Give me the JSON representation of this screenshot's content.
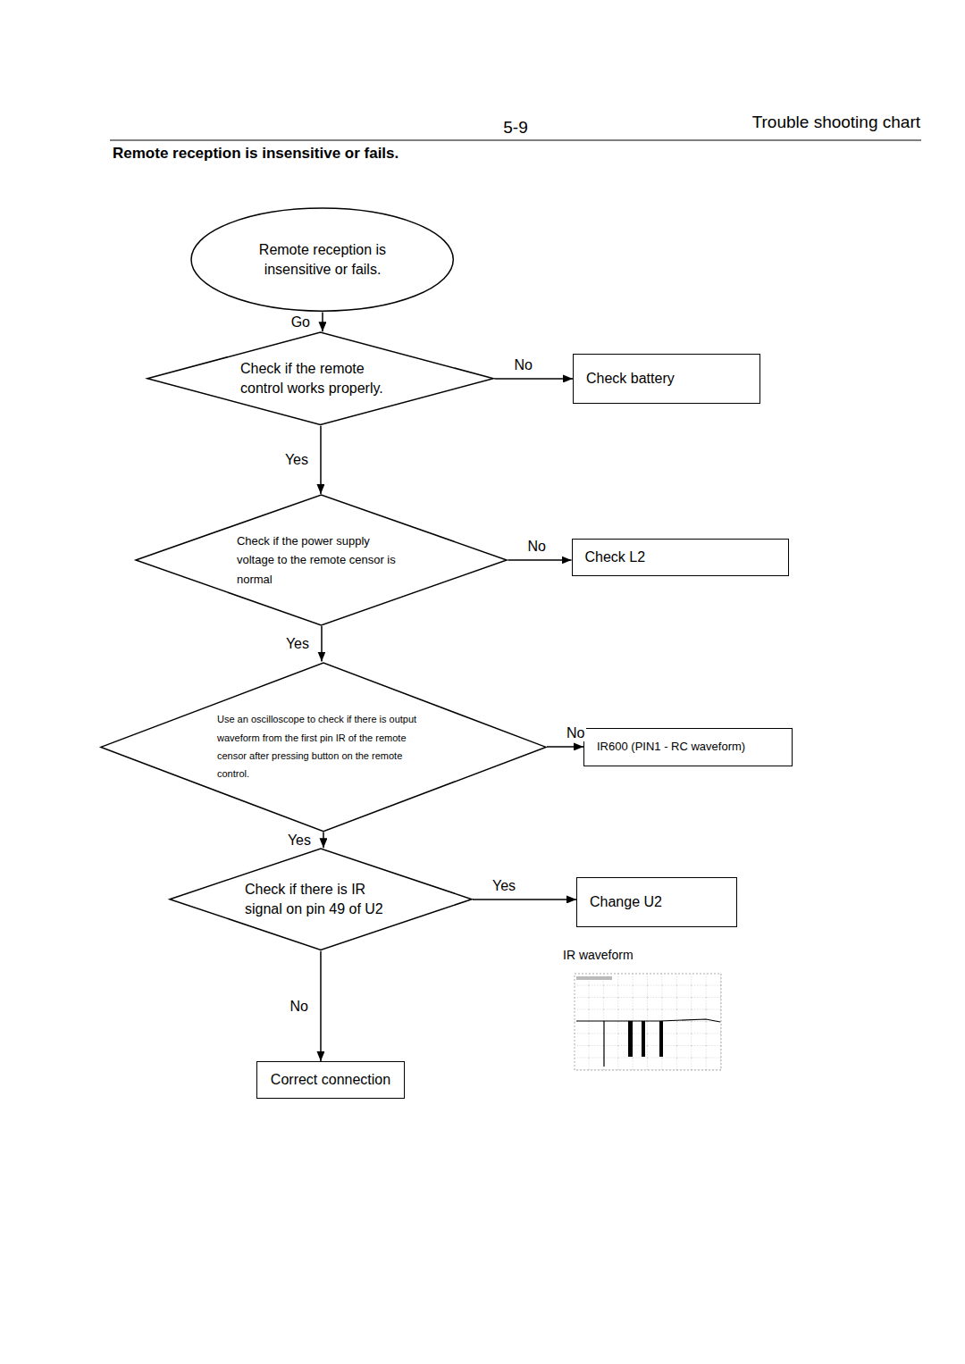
{
  "diagram": {
    "title": "Remote reception is insensitive or fails.",
    "nodes": [
      {
        "text": [
          "Remote reception is insensitive or fails."
        ]
      },
      {
        "text": [
          "Check if the remote control works properly."
        ]
      },
      {
        "text": [
          "Check battery"
        ]
      },
      {
        "text": [
          "Check if the power supply voltage to the remote censor is normal"
        ]
      },
      {
        "text": [
          "Check L2"
        ]
      },
      {
        "text": [
          "Use an oscilloscope to check if there is output waveform from the first pin IR of the remote censor after pressing button on the remote control."
        ]
      },
      {
        "text": [
          "IR600 (PIN1 - RC waveform)"
        ]
      },
      {
        "text": [
          "Check if there is IR signal on pin 49 of U2"
        ]
      },
      {
        "text": [
          "Change U2"
        ]
      },
      {
        "text": [
          "Correct connection"
        ]
      }
    ],
    "edges": [
      {
        "from": 0,
        "to": 1,
        "label": "Go",
        "arrow": "to"
      },
      {
        "from": 1,
        "to": 2,
        "label": "No",
        "arrow": "to"
      },
      {
        "from": 1,
        "to": 3,
        "label": "Yes",
        "arrow": "to"
      },
      {
        "from": 3,
        "to": 4,
        "label": "No",
        "arrow": "to"
      },
      {
        "from": 3,
        "to": 5,
        "label": "Yes",
        "arrow": "to"
      },
      {
        "from": 5,
        "to": 6,
        "label": "No",
        "arrow": "to"
      },
      {
        "from": 5,
        "to": 7,
        "label": "Yes",
        "arrow": "to"
      },
      {
        "from": 7,
        "to": 8,
        "label": "Yes",
        "arrow": "to"
      },
      {
        "from": 7,
        "to": 9,
        "label": "No",
        "arrow": "to"
      }
    ],
    "labels": [
      "5-9",
      "Trouble shooting chart",
      "IR waveform"
    ]
  }
}
